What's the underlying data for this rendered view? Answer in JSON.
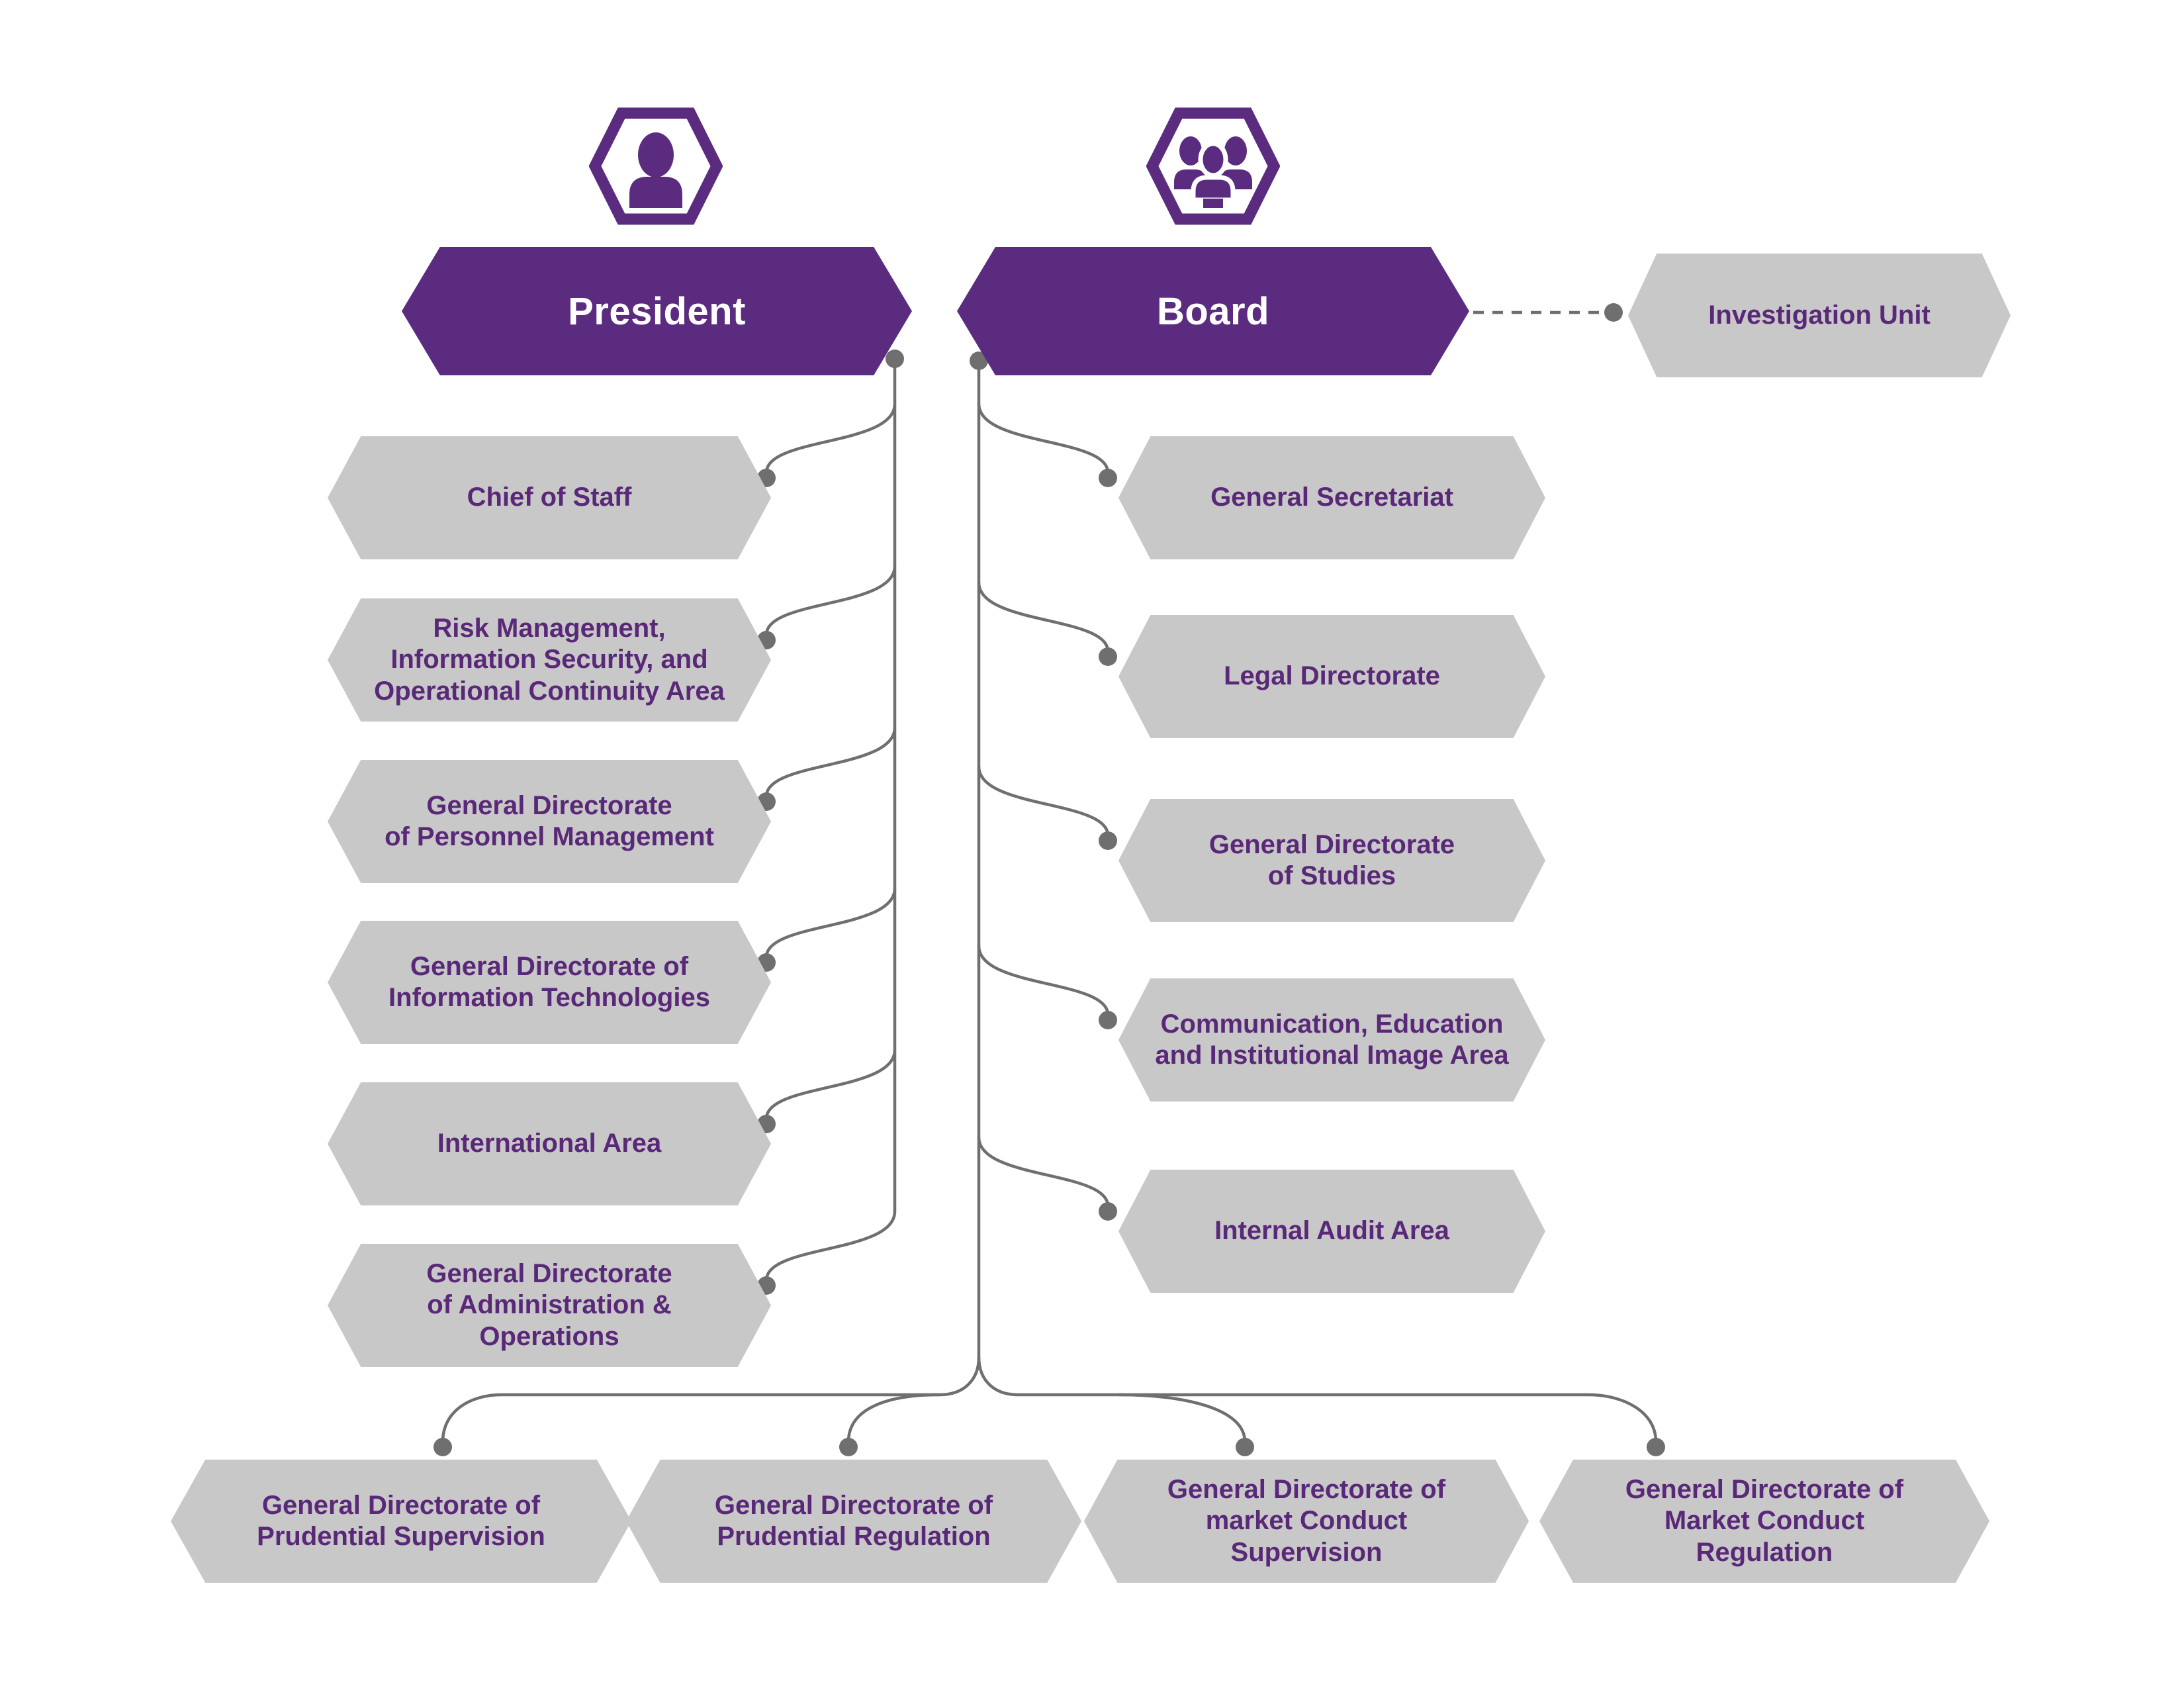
{
  "colors": {
    "primary_purple": "#5b2b80",
    "box_gray": "#c8c8c8",
    "label_purple": "#5a2878",
    "connector_gray": "#6f6f6f",
    "primary_text": "#ffffff"
  },
  "icons": {
    "president": "person-icon",
    "board": "people-group-icon"
  },
  "chart": {
    "president": {
      "label": "President"
    },
    "board": {
      "label": "Board"
    },
    "investigation_unit": {
      "label": "Investigation Unit"
    },
    "president_reports": [
      {
        "label": "Chief of Staff"
      },
      {
        "label": "Risk Management,\nInformation Security, and\nOperational Continuity Area"
      },
      {
        "label": "General Directorate\nof Personnel Management"
      },
      {
        "label": "General Directorate of\nInformation Technologies"
      },
      {
        "label": "International Area"
      },
      {
        "label": "General Directorate\nof Administration &\nOperations"
      }
    ],
    "board_reports": [
      {
        "label": "General Secretariat"
      },
      {
        "label": "Legal Directorate"
      },
      {
        "label": "General Directorate\nof Studies"
      },
      {
        "label": "Communication, Education\nand Institutional Image Area"
      },
      {
        "label": "Internal Audit Area"
      }
    ],
    "joint_reports": [
      {
        "label": "General Directorate of\nPrudential Supervision"
      },
      {
        "label": "General Directorate of\nPrudential Regulation"
      },
      {
        "label": "General Directorate of\nmarket Conduct\nSupervision"
      },
      {
        "label": "General Directorate of\nMarket Conduct\nRegulation"
      }
    ]
  }
}
